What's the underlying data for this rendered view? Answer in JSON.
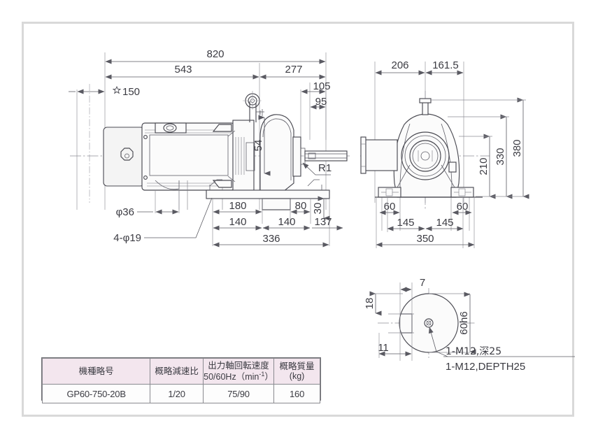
{
  "document": {
    "type": "technical-dimensional-drawing",
    "title": "GP60-750-20B Gear Motor Outline Drawing"
  },
  "spec_table": {
    "headers": [
      {
        "line1": "機種略号",
        "line2": ""
      },
      {
        "line1": "概略減速比",
        "line2": ""
      },
      {
        "line1": "出力軸回転速度",
        "line2": "50/60Hz（min",
        "sup": "-1",
        "line2_end": "）"
      },
      {
        "line1": "概略質量",
        "line2": "(kg)"
      }
    ],
    "row": {
      "model": "GP60-750-20B",
      "ratio": "1/20",
      "speed": "75/90",
      "mass": "160"
    }
  },
  "front_view": {
    "dimensions": {
      "overall_length": "820",
      "motor_side": "543",
      "gear_side": "277",
      "shaft_clearance": "☆150",
      "flange_a": "105",
      "flange_b": "95",
      "shaft_height_top": "54",
      "fillet": "R1",
      "shaft_dia": "φ36",
      "hole_note": "4-φ19",
      "foot_1": "180",
      "foot_2": "80",
      "foot_h": "30",
      "base_1": "140",
      "base_2": "140",
      "base_3": "137",
      "base_total": "336"
    }
  },
  "side_view": {
    "dimensions": {
      "left_width": "206",
      "right_width": "161.5",
      "height_210": "210",
      "height_330": "330",
      "height_380": "380",
      "foot_left": "60",
      "foot_right": "60",
      "span_left": "145",
      "span_right": "145",
      "total_width": "350"
    }
  },
  "shaft_detail": {
    "dimensions": {
      "key_width": "7",
      "key_top": "18",
      "key_bottom": "11",
      "shaft_dia": "60h6"
    },
    "notes": {
      "jp": "1-M12,深25",
      "en": "1-M12,DEPTH25"
    }
  },
  "colors": {
    "line": "#4a4a52",
    "thin_line": "#7a7a82",
    "frame": "#d9d9d9",
    "table_header_bg": "#f3e6ee",
    "text": "#3b3b42"
  }
}
